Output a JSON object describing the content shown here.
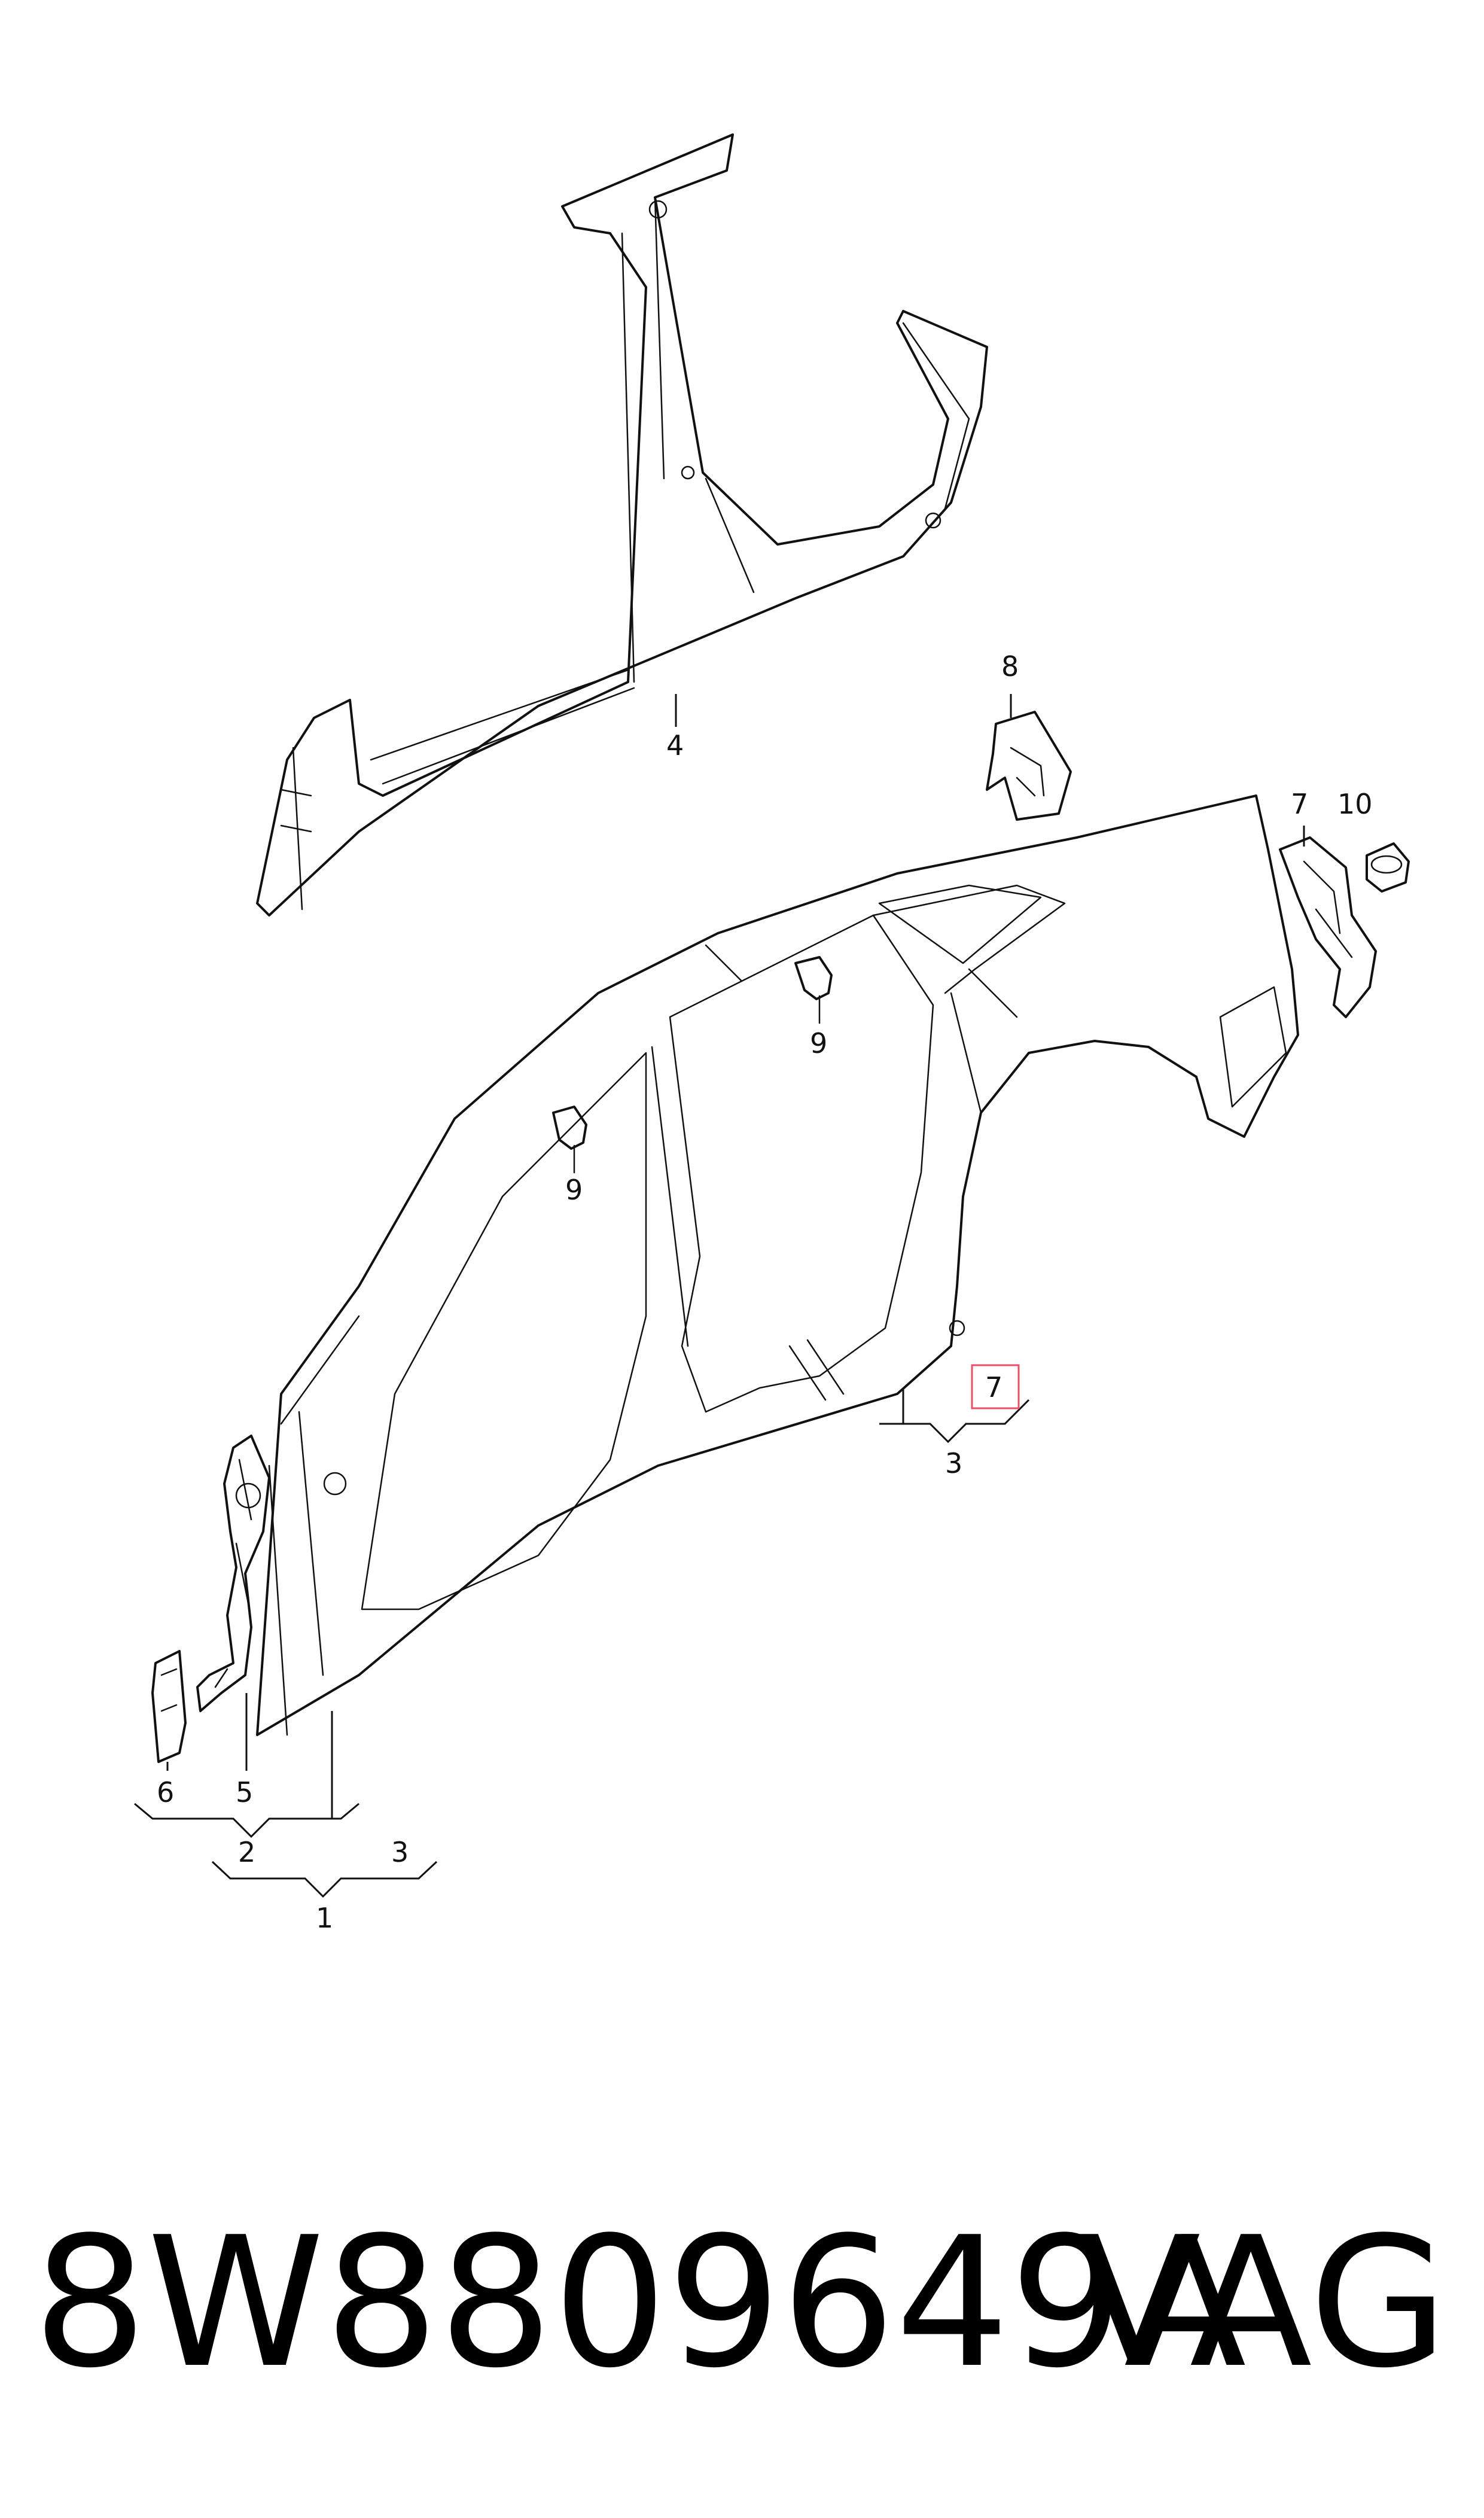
{
  "callouts": {
    "c1": "1",
    "c2": "2",
    "c3_lower": "3",
    "c3_main": "3",
    "c4": "4",
    "c5": "5",
    "c6": "6",
    "c7_top": "7",
    "c7_highlight": "7",
    "c8": "8",
    "c9_left": "9",
    "c9_right": "9",
    "c10": "10"
  },
  "footer": {
    "part_number": "8W8809649A",
    "brand": "VAG"
  },
  "colors": {
    "line": "#111111",
    "highlight": "#e8506a"
  }
}
